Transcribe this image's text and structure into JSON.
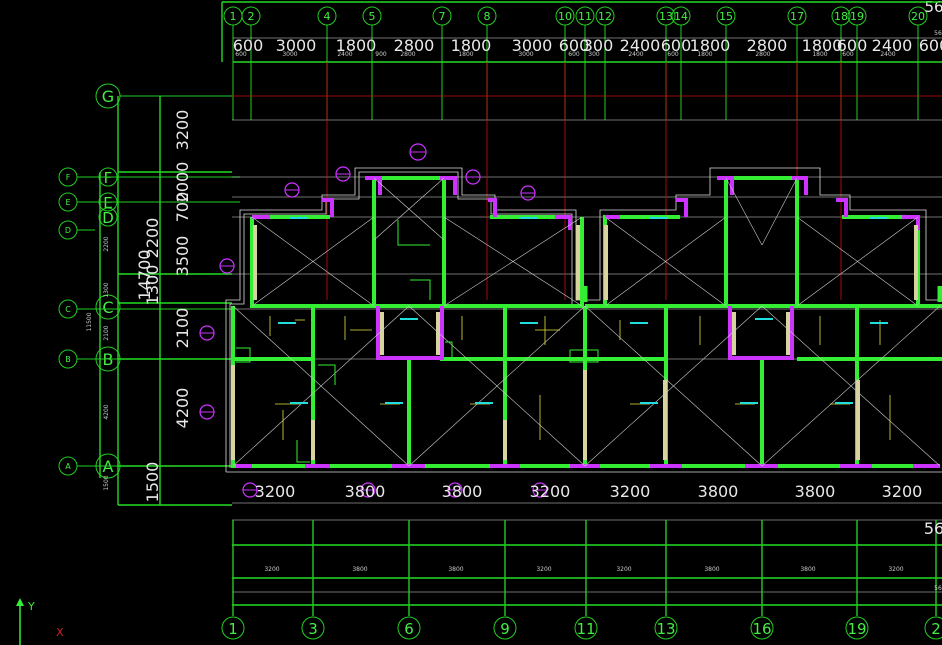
{
  "top_axes": [
    "1",
    "2",
    "4",
    "5",
    "7",
    "8",
    "10",
    "11",
    "12",
    "13",
    "14",
    "15",
    "17",
    "18",
    "19",
    "20",
    "56"
  ],
  "bottom_axes": [
    "1",
    "3",
    "6",
    "9",
    "11",
    "13",
    "16",
    "19",
    "2"
  ],
  "row_axes_big": [
    "G",
    "F",
    "E",
    "D",
    "C",
    "B",
    "A"
  ],
  "row_axes_small": [
    "F",
    "E",
    "D",
    "C",
    "B",
    "A"
  ],
  "top_dims_big": [
    "600",
    "3000",
    "1800",
    "2800",
    "1800",
    "3000",
    "600",
    "300",
    "2400",
    "600",
    "1800",
    "2800",
    "1800",
    "600",
    "2400",
    "600"
  ],
  "top_dims_small": [
    "600",
    "3000",
    "2400",
    "900",
    "2800",
    "1800",
    "3000",
    "600",
    "300",
    "2400",
    "600",
    "1800",
    "2800",
    "1800",
    "600",
    "2400"
  ],
  "bottom_dims_big": [
    "3200",
    "3800",
    "3800",
    "3200",
    "3200",
    "3800",
    "3800",
    "3200"
  ],
  "bottom_dims_small": [
    "3200",
    "3800",
    "3800",
    "3200",
    "3200",
    "3800",
    "3800",
    "3200"
  ],
  "left_dims_big": [
    "3200",
    "2000",
    "700",
    "3500",
    "2200",
    "1300",
    "14700",
    "2100",
    "4200",
    "1500"
  ],
  "left_dims_small": [
    "2200",
    "1300",
    "2100",
    "4200",
    "1500",
    "11500"
  ],
  "right_dims_partial": [
    "56",
    "56",
    "56"
  ],
  "ucs": {
    "y_label": "Y",
    "x_label": "X"
  },
  "colors": {
    "background": "#000000",
    "wall": "#33ee33",
    "wall_purple": "#cc33ff",
    "axis": "#22cc22",
    "dimension_text": "#e8e8e8",
    "red_line": "#cc1111"
  }
}
